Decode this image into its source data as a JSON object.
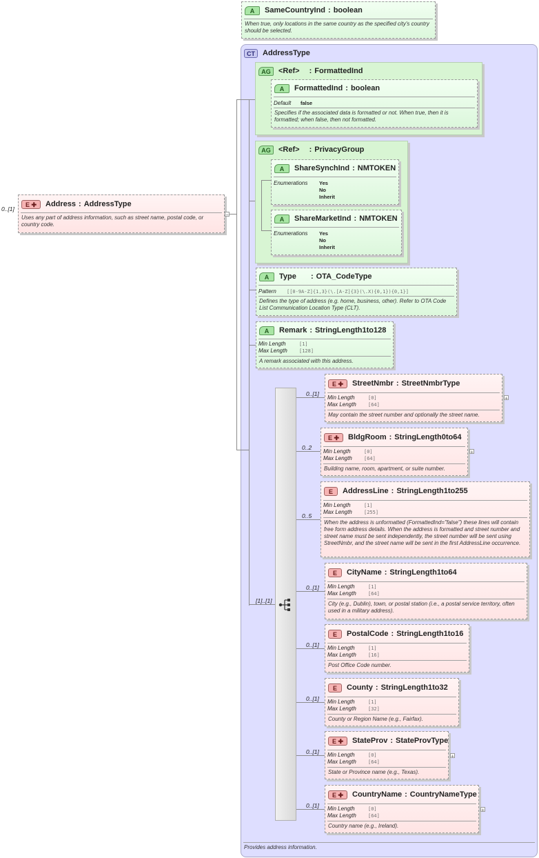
{
  "same_country": {
    "badge": "A",
    "name": "SameCountryInd",
    "sep": ":",
    "type": "boolean",
    "doc": "When true, only locations in the same country as the specified city's country should be selected."
  },
  "root": {
    "card": "0..[1]",
    "badge": "E",
    "name": "Address",
    "sep": ":",
    "type": "AddressType",
    "doc": "Uses any part of address information, such as street name, postal code, or country code."
  },
  "complex_type": {
    "badge": "CT",
    "name": "AddressType",
    "doc": "Provides address information."
  },
  "formatted_group": {
    "badge": "AG",
    "ref": "<Ref>",
    "sep": ":",
    "name": "FormattedInd",
    "attr": {
      "badge": "A",
      "name": "FormattedInd",
      "sep": ":",
      "type": "boolean",
      "default_label": "Default",
      "default_value": "false",
      "doc": "Specifies if the associated data is formatted or not.  When true, then it is formatted; when false, then not formatted."
    }
  },
  "privacy_group": {
    "badge": "AG",
    "ref": "<Ref>",
    "sep": ":",
    "name": "PrivacyGroup",
    "share_synch": {
      "badge": "A",
      "name": "ShareSynchInd",
      "sep": ":",
      "type": "NMTOKEN",
      "enum_label": "Enumerations",
      "values": [
        "Yes",
        "No",
        "Inherit"
      ]
    },
    "share_market": {
      "badge": "A",
      "name": "ShareMarketInd",
      "sep": ":",
      "type": "NMTOKEN",
      "enum_label": "Enumerations",
      "values": [
        "Yes",
        "No",
        "Inherit"
      ]
    }
  },
  "type_attr": {
    "badge": "A",
    "name": "Type",
    "sep": ":",
    "type": "OTA_CodeType",
    "pattern_label": "Pattern",
    "pattern": "[[0-9A-Z]{1,3}(\\.[A-Z]{3}(\\.X){0,1}){0,1}]",
    "doc": "Defines the type of address (e.g. home, business, other). Refer to OTA Code List Communication Location Type (CLT)."
  },
  "remark_attr": {
    "badge": "A",
    "name": "Remark",
    "sep": ":",
    "type": "StringLength1to128",
    "min_label": "Min Length",
    "min": "[1]",
    "max_label": "Max Length",
    "max": "[128]",
    "doc": "A remark associated with this address."
  },
  "sequence_card": "[1]..[1]",
  "elements": [
    {
      "card": "0..[1]",
      "badge": "E",
      "name": "StreetNmbr",
      "sep": ":",
      "type": "StreetNmbrType",
      "min_label": "Min Length",
      "min": "[0]",
      "max_label": "Max Length",
      "max": "[64]",
      "doc": "May contain the street number and optionally the street name.",
      "expand": "+"
    },
    {
      "card": "0..2",
      "badge": "E",
      "name": "BldgRoom",
      "sep": ":",
      "type": "StringLength0to64",
      "min_label": "Min Length",
      "min": "[0]",
      "max_label": "Max Length",
      "max": "[64]",
      "doc": "Building name, room, apartment, or suite number.",
      "expand": "+"
    },
    {
      "card": "0..5",
      "badge": "E",
      "name": "AddressLine",
      "sep": ":",
      "type": "StringLength1to255",
      "min_label": "Min Length",
      "min": "[1]",
      "max_label": "Max Length",
      "max": "[255]",
      "doc": "When the address is unformatted (FormattedInd=\"false\") these lines will contain free form address details. When the address is formatted and street number and street name must be sent independently, the street number will be sent using StreetNmbr, and the street name will be sent in the first AddressLine occurrence."
    },
    {
      "card": "0..[1]",
      "badge": "E",
      "name": "CityName",
      "sep": ":",
      "type": "StringLength1to64",
      "min_label": "Min Length",
      "min": "[1]",
      "max_label": "Max Length",
      "max": "[64]",
      "doc": "City (e.g., Dublin), town, or postal station (i.e., a postal service territory, often used in a military address)."
    },
    {
      "card": "0..[1]",
      "badge": "E",
      "name": "PostalCode",
      "sep": ":",
      "type": "StringLength1to16",
      "min_label": "Min Length",
      "min": "[1]",
      "max_label": "Max Length",
      "max": "[16]",
      "doc": "Post Office Code number."
    },
    {
      "card": "0..[1]",
      "badge": "E",
      "name": "County",
      "sep": ":",
      "type": "StringLength1to32",
      "min_label": "Min Length",
      "min": "[1]",
      "max_label": "Max Length",
      "max": "[32]",
      "doc": "County or Region Name (e.g., Fairfax)."
    },
    {
      "card": "0..[1]",
      "badge": "E",
      "name": "StateProv",
      "sep": ":",
      "type": "StateProvType",
      "min_label": "Min Length",
      "min": "[0]",
      "max_label": "Max Length",
      "max": "[64]",
      "doc": "State or Province name (e.g., Texas).",
      "expand": "+"
    },
    {
      "card": "0..[1]",
      "badge": "E",
      "name": "CountryName",
      "sep": ":",
      "type": "CountryNameType",
      "min_label": "Min Length",
      "min": "[0]",
      "max_label": "Max Length",
      "max": "[64]",
      "doc": "Country name (e.g., Ireland).",
      "expand": "+"
    }
  ]
}
